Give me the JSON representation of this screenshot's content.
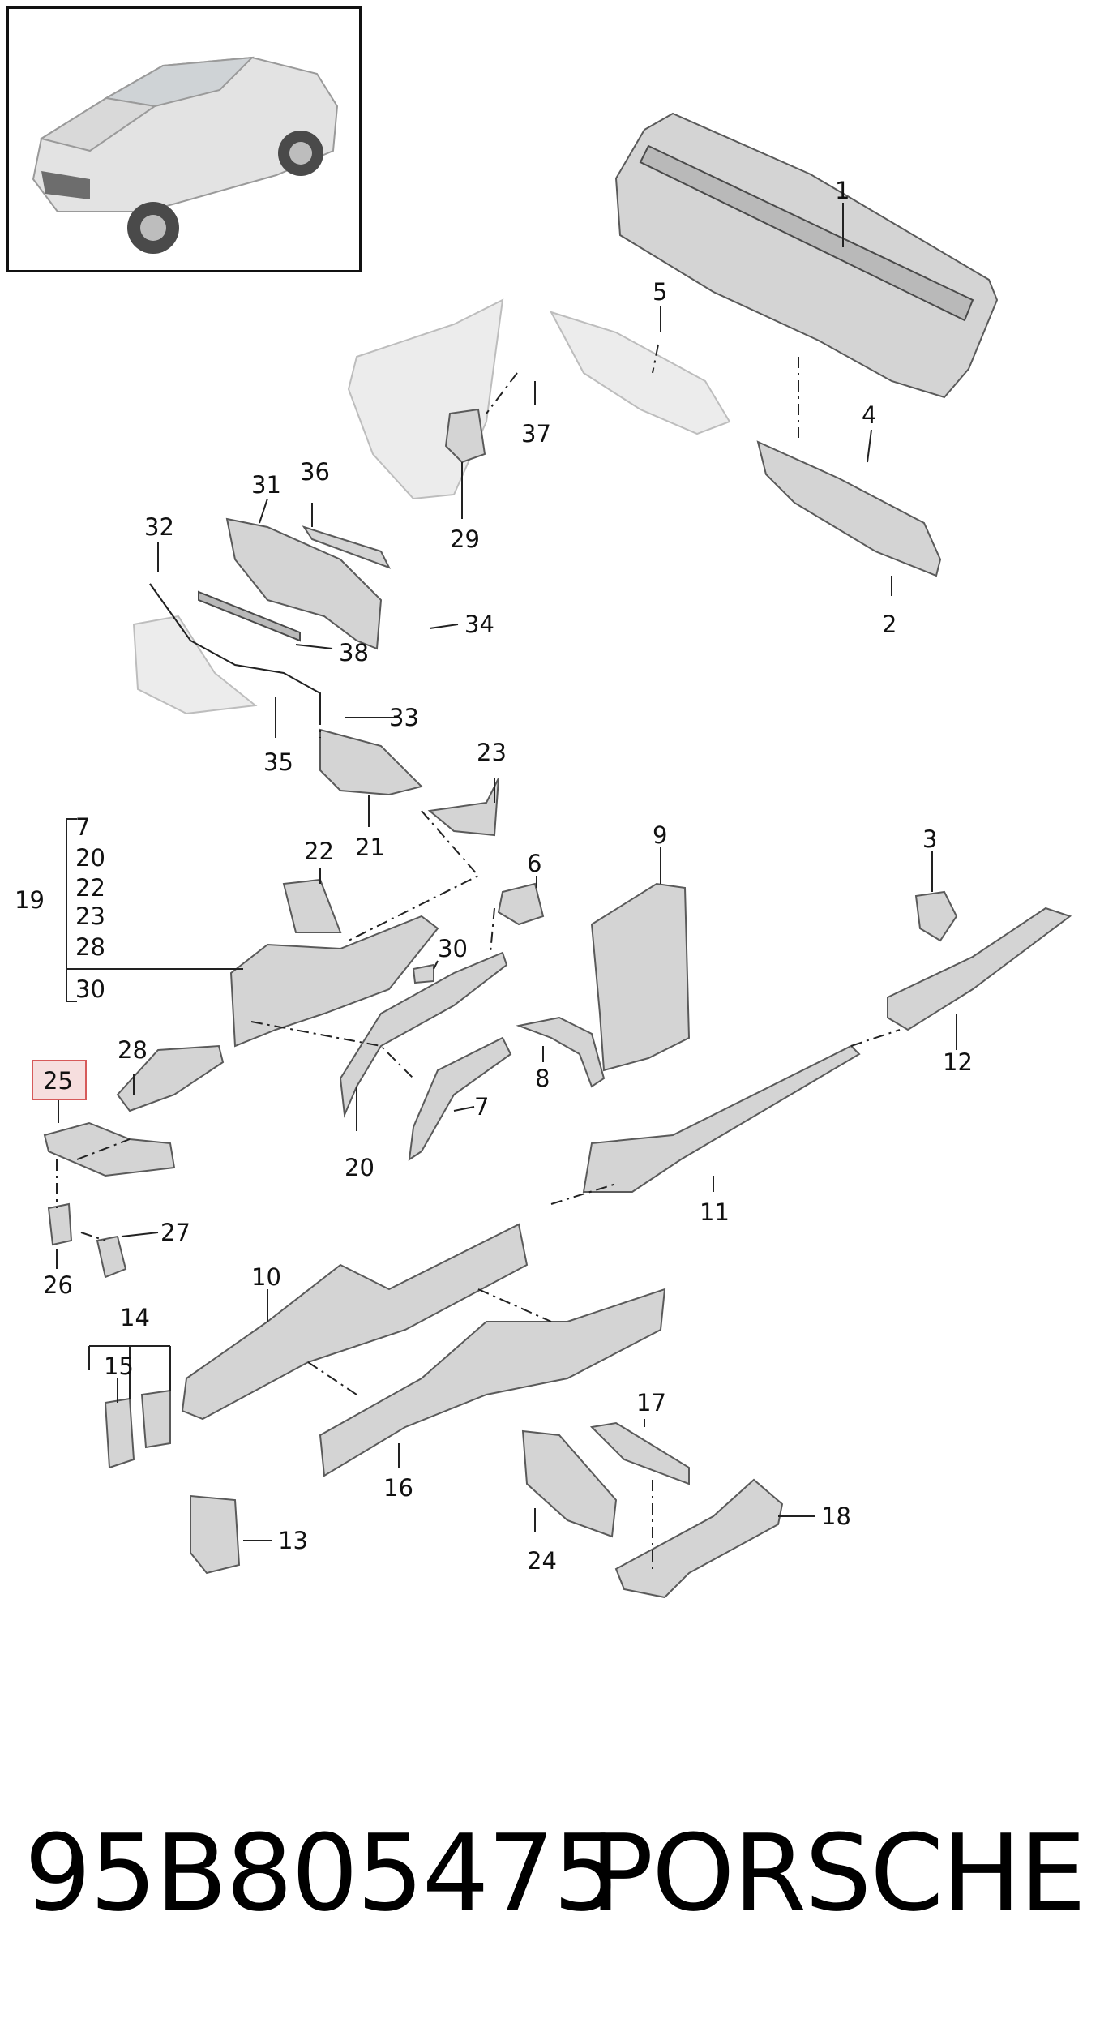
{
  "header": {
    "thumbnail": {
      "icon": "car-suv-icon"
    }
  },
  "diagram": {
    "callouts": {
      "c1": "1",
      "c2": "2",
      "c3": "3",
      "c4": "4",
      "c5": "5",
      "c6": "6",
      "c7a": "7",
      "c7b": "7",
      "c8": "8",
      "c9": "9",
      "c10": "10",
      "c11": "11",
      "c12": "12",
      "c13": "13",
      "c14": "14",
      "c15": "15",
      "c16": "16",
      "c17": "17",
      "c18": "18",
      "c19": "19",
      "c20a": "20",
      "c20b": "20",
      "c21": "21",
      "c22a": "22",
      "c22b": "22",
      "c23a": "23",
      "c23b": "23",
      "c24": "24",
      "c25": "25",
      "c26": "26",
      "c27": "27",
      "c28a": "28",
      "c28b": "28",
      "c29": "29",
      "c30a": "30",
      "c30b": "30",
      "c31": "31",
      "c32": "32",
      "c33": "33",
      "c34": "34",
      "c35": "35",
      "c36": "36",
      "c37": "37",
      "c38": "38"
    },
    "highlighted_callout": "25",
    "highlight_color": "#d65a5a"
  },
  "footer": {
    "part_number": "95B805475",
    "brand": "PORSCHE"
  }
}
